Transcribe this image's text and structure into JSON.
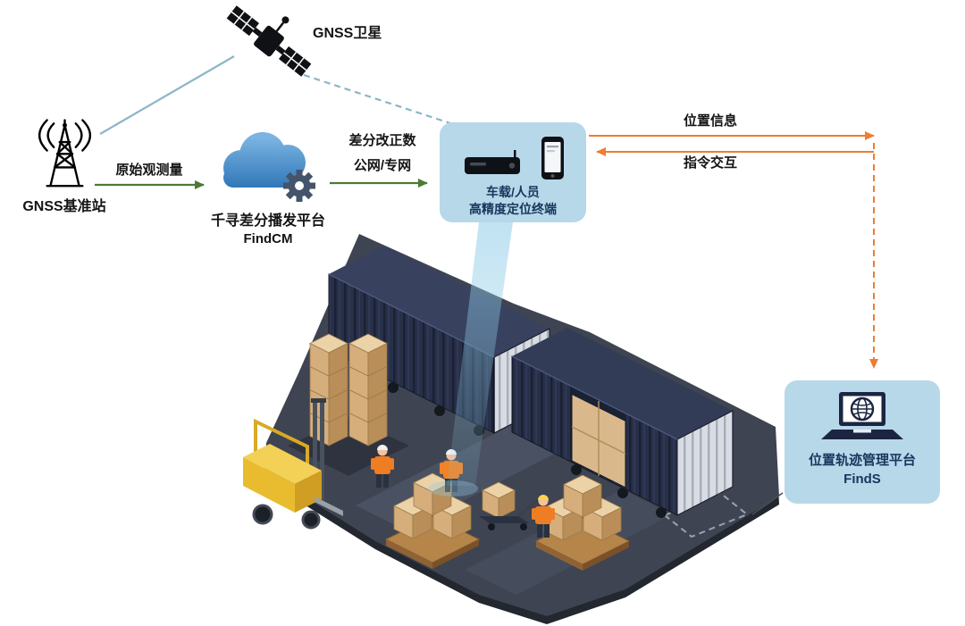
{
  "diagram": {
    "satellite": {
      "label": "GNSS卫星"
    },
    "base_station": {
      "label": "GNSS基准站"
    },
    "cloud_platform": {
      "name": "千寻差分播发平台",
      "product": "FindCM"
    },
    "links": {
      "raw_observation": "原始观测量",
      "correction_line1": "差分改正数",
      "correction_line2": "公网/专网",
      "position_info": "位置信息",
      "command_exchange": "指令交互"
    },
    "terminal": {
      "line1": "车载/人员",
      "line2": "高精度定位终端"
    },
    "management_platform": {
      "name": "位置轨迹管理平台",
      "product": "FindS"
    },
    "colors": {
      "card_bg": "#b7d8e9",
      "card_text": "#17365d",
      "green_arrow": "#4a7a34",
      "orange_arrow": "#ed7d31",
      "blue_link": "#8ab6c9",
      "cloud_blue": "#2e75b6",
      "ground": "#3e4451",
      "container": "#283049",
      "box_tan": "#d6ae7b",
      "forklift_yellow": "#e9bc2f"
    }
  }
}
